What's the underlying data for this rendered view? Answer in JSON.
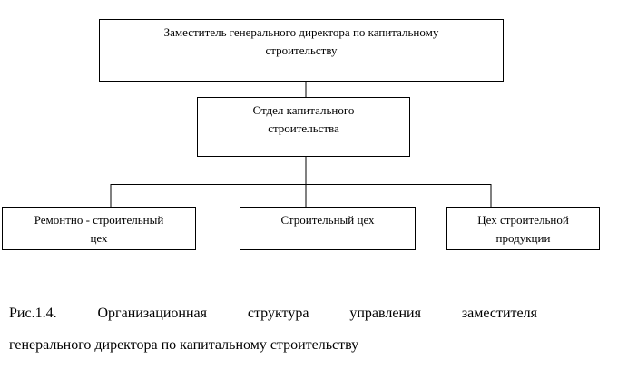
{
  "boxes": {
    "top": {
      "line1": "Заместитель генерального директора по капитальному",
      "line2": "строительству"
    },
    "dept": {
      "line1": "Отдел капитального",
      "line2": "строительства"
    },
    "repair": {
      "line1": "Ремонтно - строительный",
      "line2": "цех"
    },
    "build": {
      "line1": "Строительный цех"
    },
    "prod": {
      "line1": "Цех строительной",
      "line2": "продукции"
    }
  },
  "caption": {
    "line1_words": [
      "Рис.1.4.",
      "Организационная",
      "структура",
      "управления",
      "заместителя"
    ],
    "line2": "генерального директора по капитальному строительству"
  }
}
